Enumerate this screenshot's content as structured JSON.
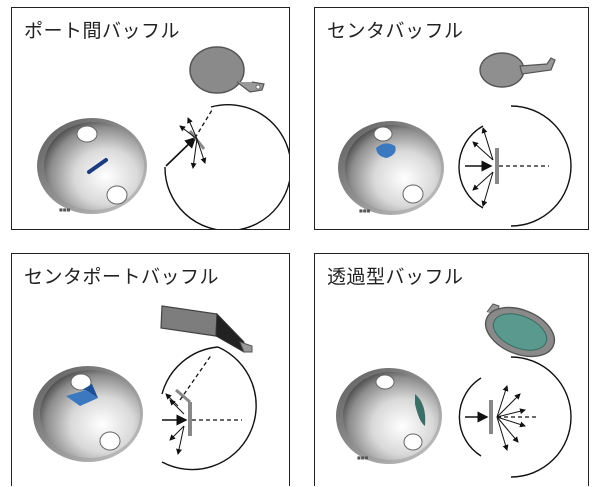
{
  "panels": [
    {
      "title": "ポート間バッフル"
    },
    {
      "title": "センタバッフル"
    },
    {
      "title": "センタポートバッフル"
    },
    {
      "title": "透過型バッフル"
    }
  ],
  "colors": {
    "border": "#222222",
    "baffle_gray": "#8a8a8a",
    "baffle_blue": "#3c78c0",
    "glass_teal": "#5a9a8e",
    "sphere_light": "#f4f4f4",
    "sphere_dark": "#707070"
  }
}
